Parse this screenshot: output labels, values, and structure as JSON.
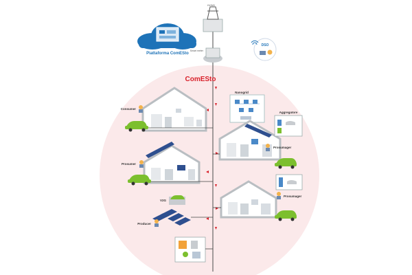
{
  "platform": {
    "label": "Piattaforma ComESto"
  },
  "grid_node": {
    "label": "HV/MV"
  },
  "substation": {
    "label": "Smart meter"
  },
  "dso": {
    "label": "DSO"
  },
  "community": {
    "title": "ComESto"
  },
  "nanogrid": {
    "label": "Nanogrid"
  },
  "houses": [
    {
      "role": "Consumer"
    },
    {
      "role": "Prosumer"
    },
    {
      "role": "Prosumager"
    },
    {
      "role": "Prosumager"
    }
  ],
  "aggregator": {
    "label": "Aggregatore"
  },
  "v2g": {
    "label": "V2G"
  },
  "producer": {
    "label": "Producer"
  },
  "colors": {
    "accent_red": "#d9202a",
    "bg_circle": "#fbe9ea",
    "house_line": "#b9bec2",
    "ev_green": "#7cbf2e",
    "cloud_blue": "#1e73b8",
    "panel_blue": "#2e4f8f"
  }
}
